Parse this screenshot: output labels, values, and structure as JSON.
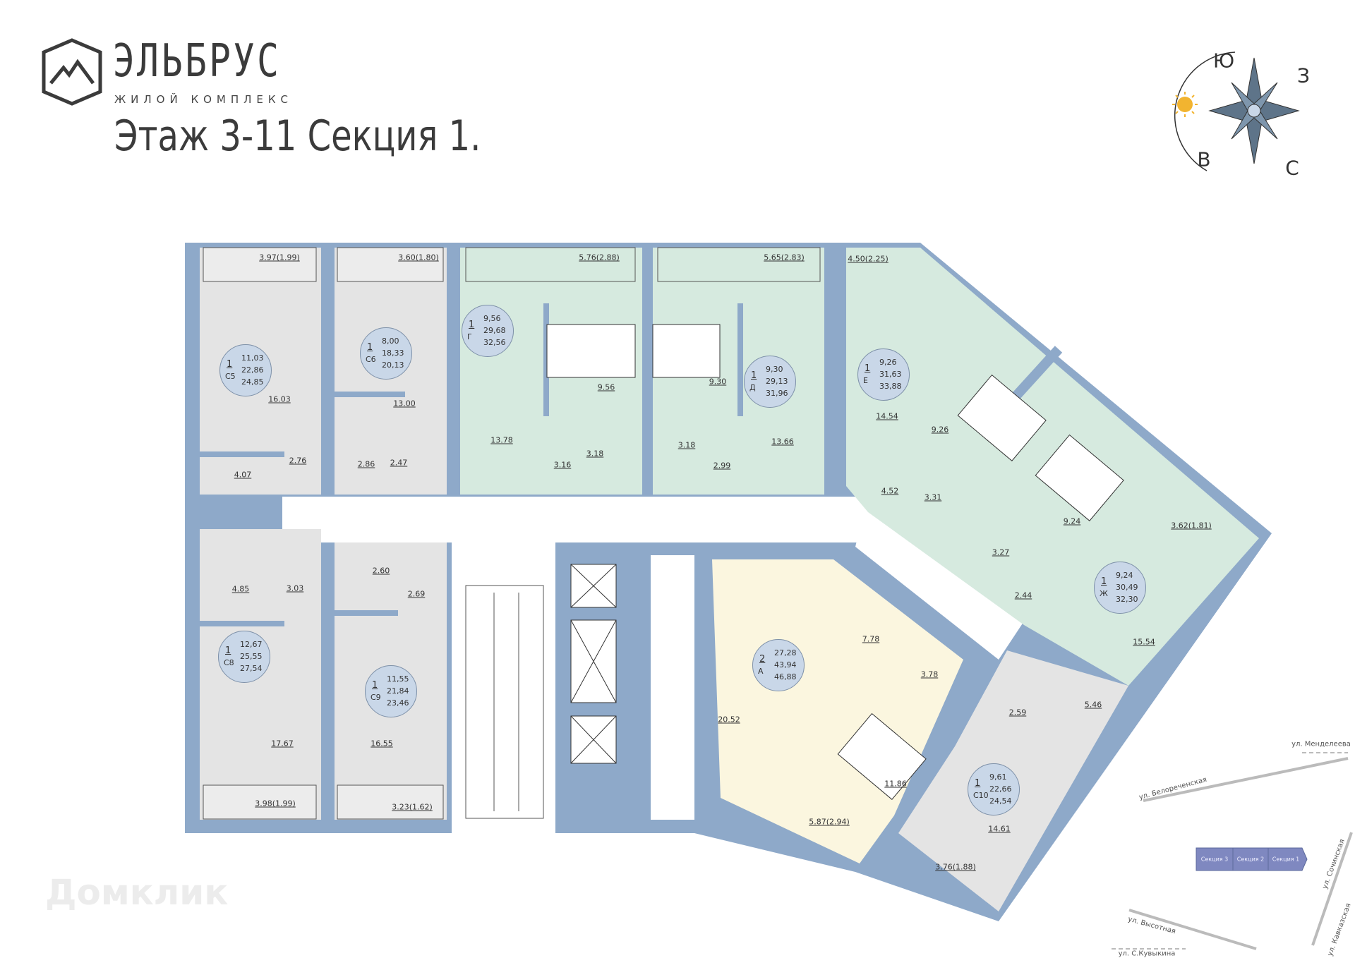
{
  "header": {
    "logo_title": "ЭЛЬБРУС",
    "logo_subtitle": "ЖИЛОЙ КОМПЛЕКС",
    "floor_title": "Этаж 3-11 Секция 1."
  },
  "compass": {
    "south": "Ю",
    "west": "З",
    "east": "В",
    "north": "С",
    "sun_icon": "sun-icon"
  },
  "colors": {
    "wall": "#8ea9c9",
    "room_gray": "#e4e4e4",
    "room_green": "#d6eadf",
    "room_yellow": "#fbf6df",
    "apt_badge": "#c9d7e8"
  },
  "apartments": [
    {
      "rooms": "1",
      "letter": "С5",
      "areas": [
        "11,03",
        "22,86",
        "24,85"
      ]
    },
    {
      "rooms": "1",
      "letter": "С6",
      "areas": [
        "8,00",
        "18,33",
        "20,13"
      ]
    },
    {
      "rooms": "1",
      "letter": "Г",
      "areas": [
        "9,56",
        "29,68",
        "32,56"
      ]
    },
    {
      "rooms": "1",
      "letter": "Д",
      "areas": [
        "9,30",
        "29,13",
        "31,96"
      ]
    },
    {
      "rooms": "1",
      "letter": "Е",
      "areas": [
        "9,26",
        "31,63",
        "33,88"
      ]
    },
    {
      "rooms": "1",
      "letter": "Ж",
      "areas": [
        "9,24",
        "30,49",
        "32,30"
      ]
    },
    {
      "rooms": "1",
      "letter": "С8",
      "areas": [
        "12,67",
        "25,55",
        "27,54"
      ]
    },
    {
      "rooms": "1",
      "letter": "С9",
      "areas": [
        "11,55",
        "21,84",
        "23,46"
      ]
    },
    {
      "rooms": "2",
      "letter": "А",
      "areas": [
        "27,28",
        "43,94",
        "46,88"
      ]
    },
    {
      "rooms": "1",
      "letter": "С10",
      "areas": [
        "9,61",
        "22,66",
        "24,54"
      ]
    }
  ],
  "balconies": [
    "3.97(1.99)",
    "3.60(1.80)",
    "5.76(2.88)",
    "5.65(2.83)",
    "4.50(2.25)",
    "3.62(1.81)",
    "3.98(1.99)",
    "3.23(1.62)",
    "5.87(2.94)",
    "3.76(1.88)"
  ],
  "rooms": [
    "16.03",
    "13.00",
    "9.56",
    "13.78",
    "9.30",
    "13.66",
    "14.54",
    "9.26",
    "9.24",
    "15.54",
    "2.76",
    "4.07",
    "2.86",
    "2.47",
    "3.16",
    "3.18",
    "3.18",
    "2.99",
    "4.52",
    "3.31",
    "3.27",
    "2.44",
    "4.85",
    "3.03",
    "2.60",
    "2.69",
    "17.67",
    "16.55",
    "7.78",
    "3.78",
    "20.52",
    "11.86",
    "2.59",
    "5.46",
    "14.61"
  ],
  "streets": [
    "ул. Менделеева",
    "ул. Белореченская",
    "ул. Высотная",
    "ул. С.Кувыкина",
    "ул. Сочинская",
    "ул. Кавказская"
  ],
  "sections": [
    "Секция 3",
    "Секция 2",
    "Секция 1"
  ],
  "watermark": "Домклик"
}
